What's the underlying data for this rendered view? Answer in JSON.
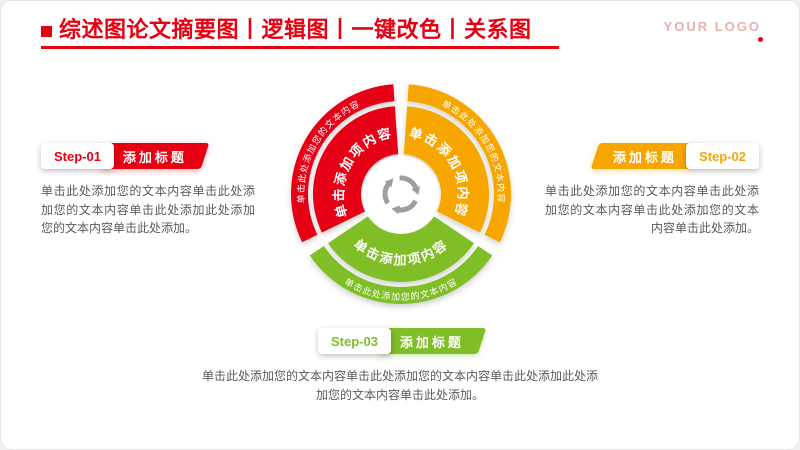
{
  "slide": {
    "title": "综述图论文摘要图丨逻辑图丨一键改色丨关系图",
    "logo": "YOUR LOGO"
  },
  "colors": {
    "red": "#E60012",
    "yellow": "#F7A600",
    "green": "#7FBE26",
    "body_text": "#5A5A5A",
    "logo_text": "#E8AFAF"
  },
  "diagram": {
    "center_icon": "cycle-arrows",
    "segments": [
      {
        "name": "red",
        "label": "单击添加项内容",
        "arc_text": "单击此处添加您的文本内容"
      },
      {
        "name": "yellow",
        "label": "单击添加项内容",
        "arc_text": "单击此处添加您的文本内容"
      },
      {
        "name": "green",
        "label": "单击添加项内容",
        "arc_text": "单击此处添加您的文本内容"
      }
    ]
  },
  "steps": [
    {
      "step": "Step-01",
      "title": "添加标题",
      "body": "单击此处添加您的文本内容单击此处添加您的文本内容单击此处添加此处添加您的文本内容单击此处添加。"
    },
    {
      "step": "Step-02",
      "title": "添加标题",
      "body": "单击此处添加您的文本内容单击此处添加您的文本内容单击此处添加您的文本内容单击此处添加。"
    },
    {
      "step": "Step-03",
      "title": "添加标题",
      "body": "单击此处添加您的文本内容单击此处添加您的文本内容单击此处添加此处添加您的文本内容单击此处添加。"
    }
  ]
}
